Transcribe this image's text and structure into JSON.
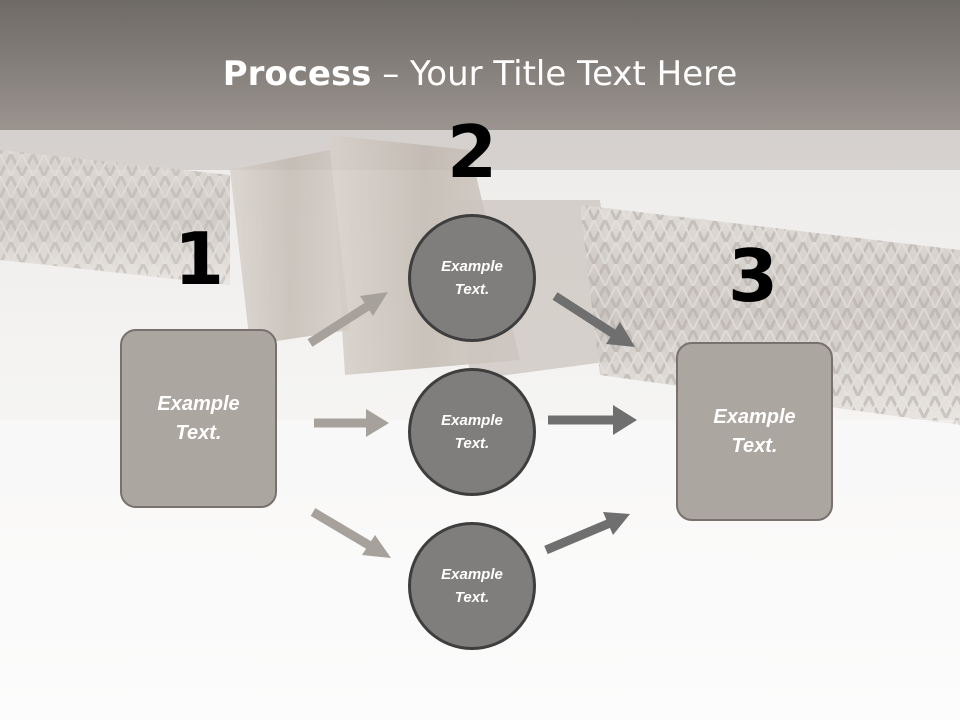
{
  "title": {
    "bold": "Process",
    "rest": " – Your Title Text Here"
  },
  "steps": [
    {
      "number": "1",
      "text": "Example\nText."
    },
    {
      "number": "2",
      "circles": [
        "Example\nText.",
        "Example\nText.",
        "Example\nText."
      ]
    },
    {
      "number": "3",
      "text": "Example\nText."
    }
  ],
  "colors": {
    "box_fill": "#aca6a1",
    "circle_fill": "#807e7c",
    "arrow_light": "#a7a19c",
    "arrow_dark": "#6f6f6f"
  }
}
